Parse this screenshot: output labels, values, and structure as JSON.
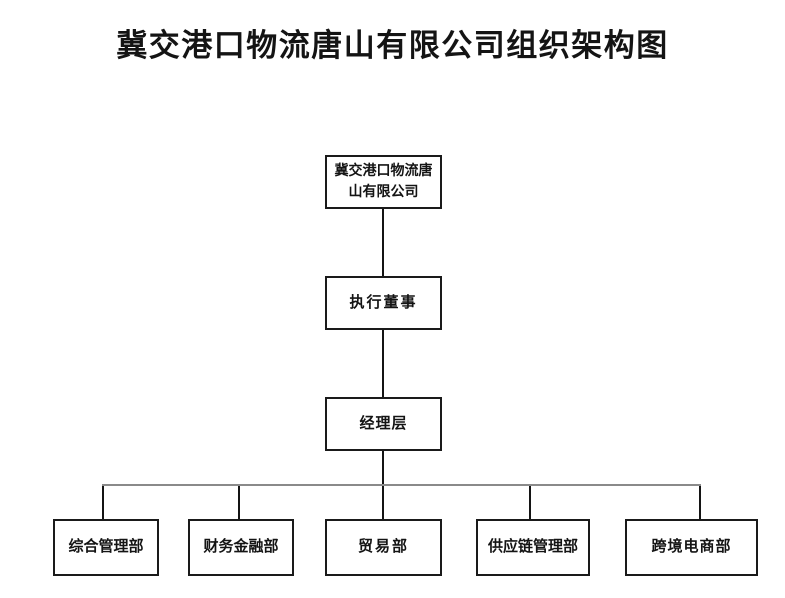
{
  "title": "冀交港口物流唐山有限公司组织架构图",
  "org_chart": {
    "type": "org-tree",
    "root": {
      "label": "冀交港口物流唐山有限公司"
    },
    "level2": {
      "label": "执行董事"
    },
    "level3": {
      "label": "经理层"
    },
    "departments": [
      {
        "label": "综合管理部"
      },
      {
        "label": "财务金融部"
      },
      {
        "label": "贸易部"
      },
      {
        "label": "供应链管理部"
      },
      {
        "label": "跨境电商部"
      }
    ]
  },
  "colors": {
    "background": "#ffffff",
    "text": "#141414",
    "box_border": "#1a1a1a",
    "connector_vertical": "#141414",
    "connector_horizontal": "#8a8a8a"
  }
}
